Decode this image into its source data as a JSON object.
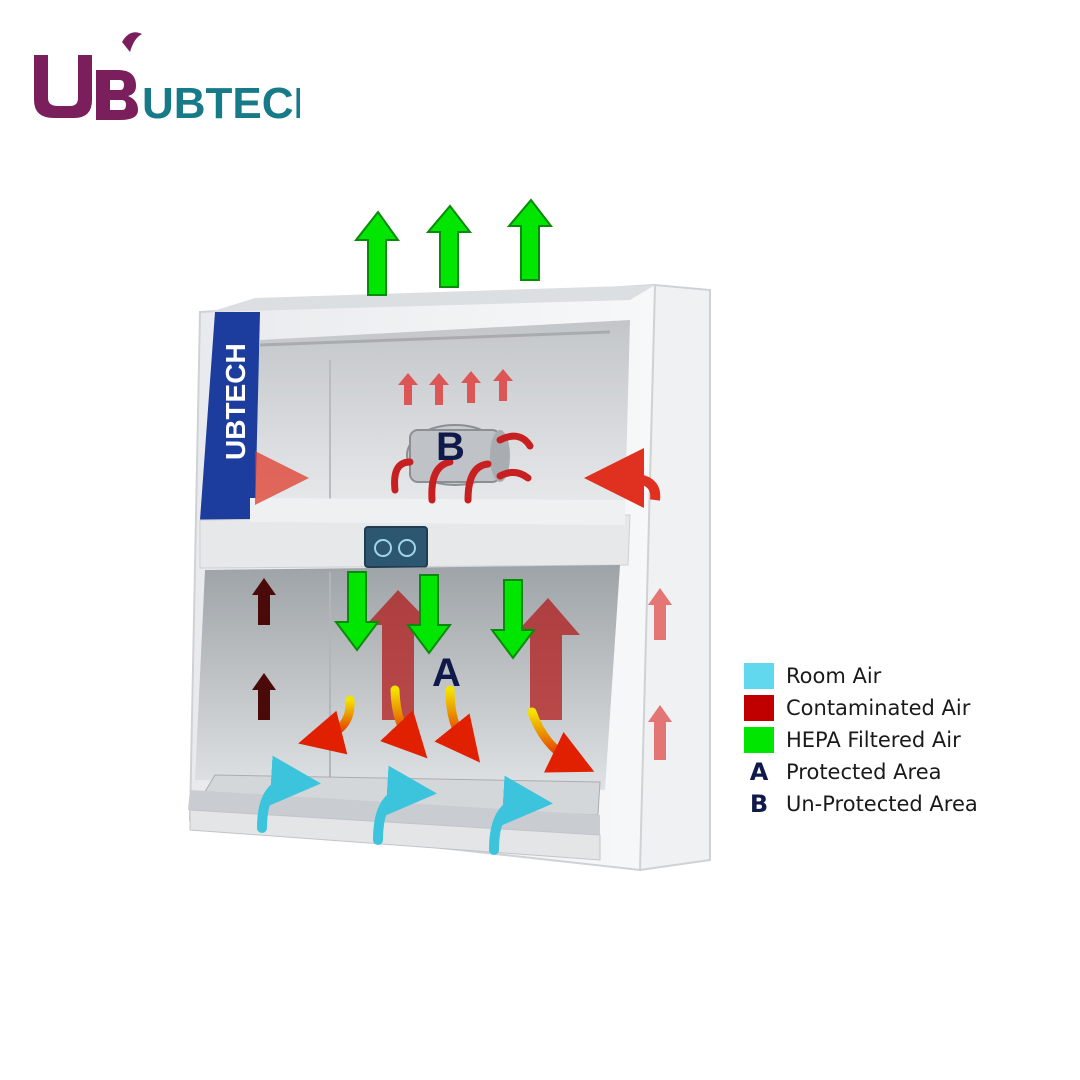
{
  "logo": {
    "text": "UBTECH"
  },
  "cabinet": {
    "side_logo": "UBTECH"
  },
  "labels": {
    "zone_a": "A",
    "zone_b": "B"
  },
  "legend": {
    "items": [
      {
        "kind": "swatch",
        "color": "#62d8ef",
        "label": "Room Air"
      },
      {
        "kind": "swatch",
        "color": "#c00000",
        "label": "Contaminated Air"
      },
      {
        "kind": "swatch",
        "color": "#00e600",
        "label": "HEPA Filtered Air"
      },
      {
        "kind": "letter",
        "letter": "A",
        "label": "Protected Area"
      },
      {
        "kind": "letter",
        "letter": "B",
        "label": "Un-Protected Area"
      }
    ]
  },
  "colors": {
    "logo_purple": "#7a1f5c",
    "logo_teal": "#177a88",
    "cabinet_blue": "#1c3d9e",
    "label_navy": "#101a4a",
    "room_air": "#62d8ef",
    "contaminated_air": "#c00000",
    "hepa_air": "#00e600"
  }
}
